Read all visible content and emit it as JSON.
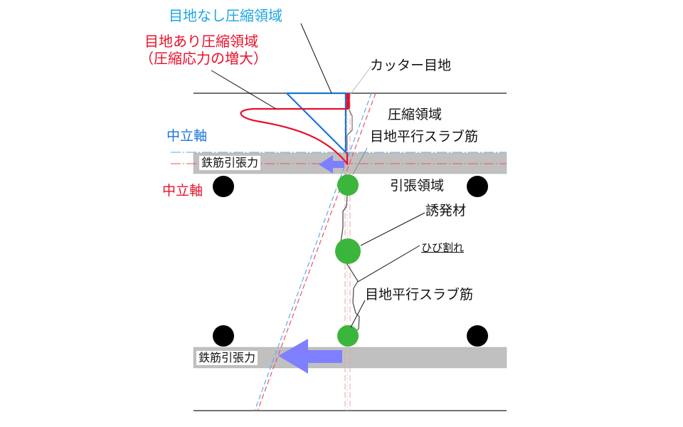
{
  "labels": {
    "no_joint_compression": "目地なし圧縮領域",
    "joint_compression_line1": "目地あり圧縮領域",
    "joint_compression_line2": "（圧縮応力の増大）",
    "cutter_joint": "カッター目地",
    "compression_zone": "圧縮領域",
    "parallel_rebar_top": "目地平行スラブ筋",
    "neutral_axis_blue": "中立軸",
    "neutral_axis_red": "中立軸",
    "rebar_tension_top": "鉄筋引張力",
    "tension_zone": "引張領域",
    "inducer": "誘発材",
    "crack": "ひび割れ",
    "parallel_rebar_bottom": "目地平行スラブ筋",
    "rebar_tension_bottom": "鉄筋引張力"
  },
  "colors": {
    "cyan_label": "#1ca6e0",
    "red": "#e8102a",
    "blue": "#1a73d9",
    "rebar_band": "#c0c0c0",
    "arrow": "#7f80ff",
    "inducer_green": "#3cb53c",
    "rebar_black": "#000000"
  }
}
